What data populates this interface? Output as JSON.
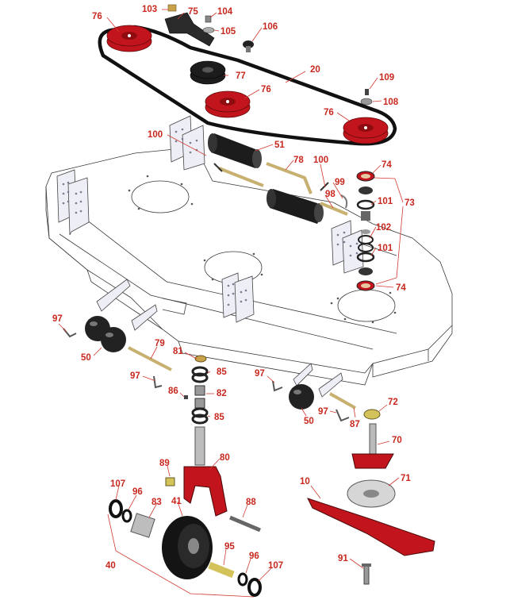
{
  "diagram": {
    "callouts": [
      "103",
      "75",
      "104",
      "105",
      "106",
      "76",
      "77",
      "20",
      "109",
      "108",
      "76",
      "76",
      "100",
      "51",
      "78",
      "100",
      "99",
      "74",
      "98",
      "73",
      "101",
      "102",
      "101",
      "74",
      "97",
      "50",
      "79",
      "81",
      "85",
      "97",
      "86",
      "82",
      "85",
      "97",
      "50",
      "97",
      "87",
      "72",
      "70",
      "89",
      "80",
      "107",
      "96",
      "83",
      "41",
      "88",
      "71",
      "10",
      "95",
      "96",
      "107",
      "40",
      "91"
    ]
  },
  "colors": {
    "callout_text": "#c8281e",
    "red_part": "#c2141c",
    "dark_part": "#1c1c1c",
    "deck_outline": "#3a3a3a",
    "bracket_fill": "#eeeef6"
  }
}
